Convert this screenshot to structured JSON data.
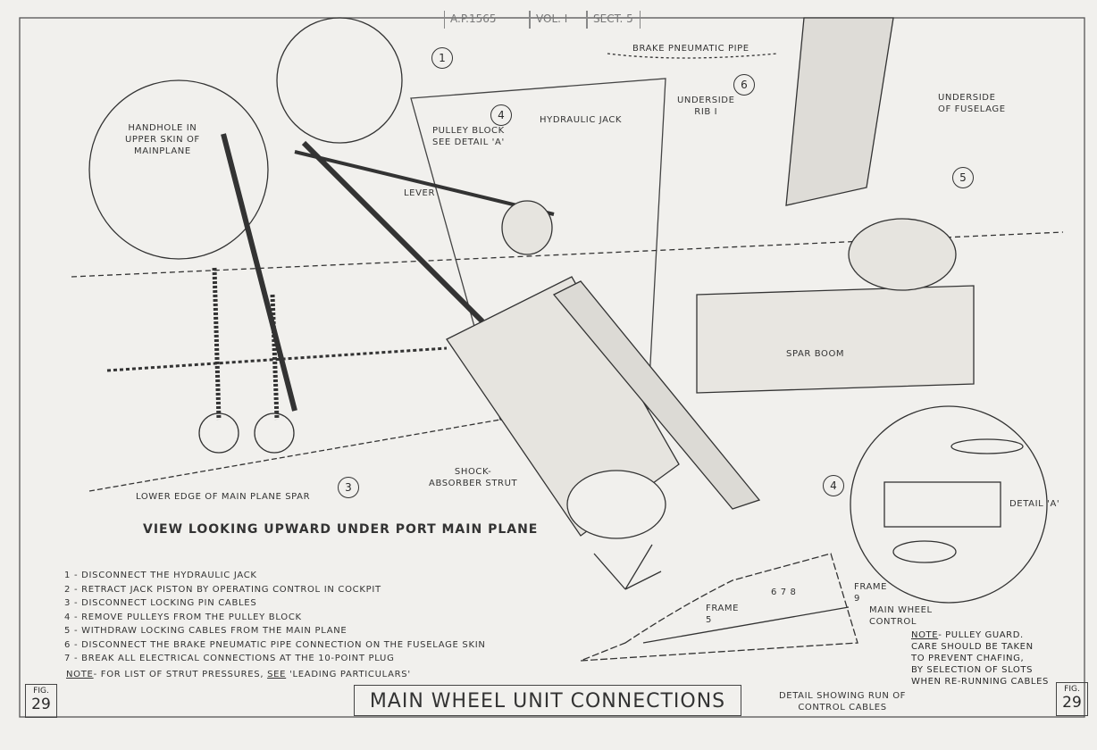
{
  "header": {
    "doc": "A.P.1565",
    "vol": "VOL. I",
    "sect": "SECT. 5"
  },
  "labels": {
    "brake_pipe": "BRAKE PNEUMATIC PIPE",
    "underside_rib": "UNDERSIDE\nRIB I",
    "underside_fuselage": "UNDERSIDE\nOF FUSELAGE",
    "handhole": "HANDHOLE IN\nUPPER SKIN OF\nMAINPLANE",
    "pulley_block": "PULLEY BLOCK\nSEE DETAIL 'A'",
    "hydraulic_jack": "HYDRAULIC JACK",
    "lever": "LEVER",
    "spar_boom": "SPAR BOOM",
    "shock_strut": "SHOCK-\nABSORBER STRUT",
    "lower_edge": "LOWER EDGE OF MAIN PLANE SPAR",
    "detail_a": "DETAIL 'A'",
    "frame5": "FRAME\n5",
    "frames678": "6   7   8",
    "frame9": "FRAME\n9",
    "main_wheel_control": "MAIN WHEEL\nCONTROL",
    "detail_run": "DETAIL SHOWING RUN OF\nCONTROL CABLES"
  },
  "callouts": {
    "c1": "1",
    "c3": "3",
    "c4a": "4",
    "c4b": "4",
    "c5": "5",
    "c6": "6"
  },
  "view_title": "VIEW LOOKING UPWARD UNDER PORT MAIN PLANE",
  "steps": [
    "1 - DISCONNECT THE HYDRAULIC JACK",
    "2 - RETRACT JACK PISTON BY OPERATING CONTROL IN COCKPIT",
    "3 - DISCONNECT LOCKING PIN CABLES",
    "4 - REMOVE PULLEYS FROM THE PULLEY BLOCK",
    "5 - WITHDRAW LOCKING CABLES FROM THE MAIN PLANE",
    "6 - DISCONNECT THE BRAKE PNEUMATIC PIPE CONNECTION ON THE FUSELAGE SKIN",
    "7 - BREAK ALL ELECTRICAL CONNECTIONS AT THE 10-POINT PLUG"
  ],
  "note": {
    "prefix": "NOTE",
    "text": "- FOR LIST OF STRUT PRESSURES, ",
    "see": "SEE",
    "ref": " 'LEADING PARTICULARS'"
  },
  "pulley_note": {
    "prefix": "NOTE",
    "text": "- PULLEY GUARD.\nCARE SHOULD BE TAKEN\nTO PREVENT CHAFING,\nBY SELECTION OF SLOTS\nWHEN RE-RUNNING CABLES"
  },
  "title": "MAIN WHEEL UNIT CONNECTIONS",
  "fig": {
    "label": "FIG.",
    "number": "29"
  }
}
